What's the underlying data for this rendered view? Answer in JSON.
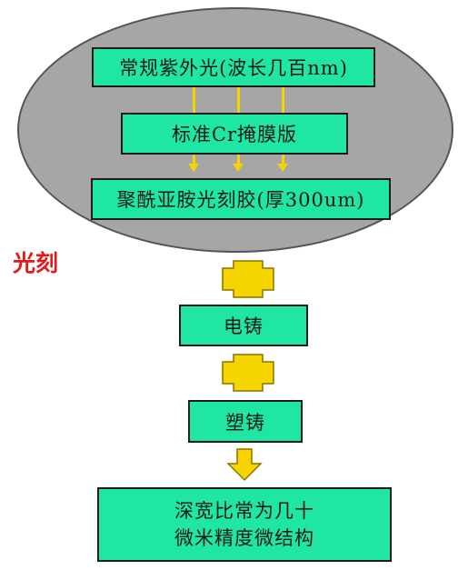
{
  "top_group": {
    "light_source": "常规紫外光(波长几百nm)",
    "mask": "标准Cr掩膜版",
    "resist": "聚酰亚胺光刻胶(厚300um)"
  },
  "side_label": "光刻",
  "steps": {
    "electroform": "电铸",
    "molding": "塑铸",
    "result_line1": "深宽比常为几十",
    "result_line2": "微米精度微结构"
  },
  "colors": {
    "box_fill": "#1fe6a3",
    "ellipse_fill": "#a6a6a6",
    "arrow": "#f5d400",
    "label_red": "#e21a1a"
  }
}
